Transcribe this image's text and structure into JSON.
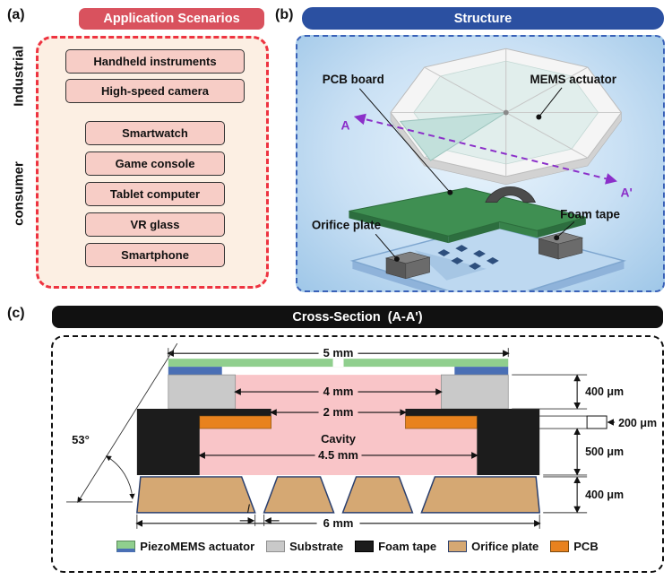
{
  "colors": {
    "panel_a_header_bg": "#d9525e",
    "panel_a_item_bg": "#f7cdc6",
    "panel_b_header_bg": "#2b50a1",
    "panel_c_header_bg": "#111111",
    "actuator_green": "#90cf8e",
    "actuator_blue": "#4a6fb5",
    "substrate_gray": "#c9c9c9",
    "foam_black": "#1c1c1c",
    "orifice_tan": "#d5a873",
    "pcb_orange": "#e8821e",
    "cavity_pink": "#f9c5c8",
    "cavity_text": "#e0252d",
    "section_line_purple": "#8b2fc9"
  },
  "panel_a": {
    "tag": "(a)",
    "title": "Application Scenarios",
    "groups": [
      {
        "label": "Industrial",
        "items": [
          "Handheld instruments",
          "High-speed camera"
        ]
      },
      {
        "label": "consumer",
        "items": [
          "Smartwatch",
          "Game console",
          "Tablet computer",
          "VR glass",
          "Smartphone"
        ]
      }
    ]
  },
  "panel_b": {
    "tag": "(b)",
    "title": "Structure",
    "labels": {
      "pcb": "PCB board",
      "mems": "MEMS actuator",
      "orifice": "Orifice plate",
      "foam": "Foam tape",
      "section_start": "A",
      "section_end": "A'"
    }
  },
  "panel_c": {
    "tag": "(c)",
    "title": "Cross-Section  (A-A')",
    "cavity": "Cavity",
    "dims": {
      "top_width": "5 mm",
      "opening_width": "4 mm",
      "inner_width": "2 mm",
      "cavity_width": "4.5 mm",
      "total_width": "6 mm",
      "substrate_h": "400 μm",
      "pcb_h": "200 μm",
      "foam_h": "500 μm",
      "orifice_h": "400 μm",
      "nozzle_angle": "53°",
      "nozzle_l": "l"
    },
    "legend": [
      {
        "label": "PiezoMEMS actuator",
        "color": "#90cf8e"
      },
      {
        "label": "Substrate",
        "color": "#c9c9c9"
      },
      {
        "label": "Foam tape",
        "color": "#1c1c1c"
      },
      {
        "label": "Orifice plate",
        "color": "#d5a873"
      },
      {
        "label": "PCB",
        "color": "#e8821e"
      }
    ]
  }
}
